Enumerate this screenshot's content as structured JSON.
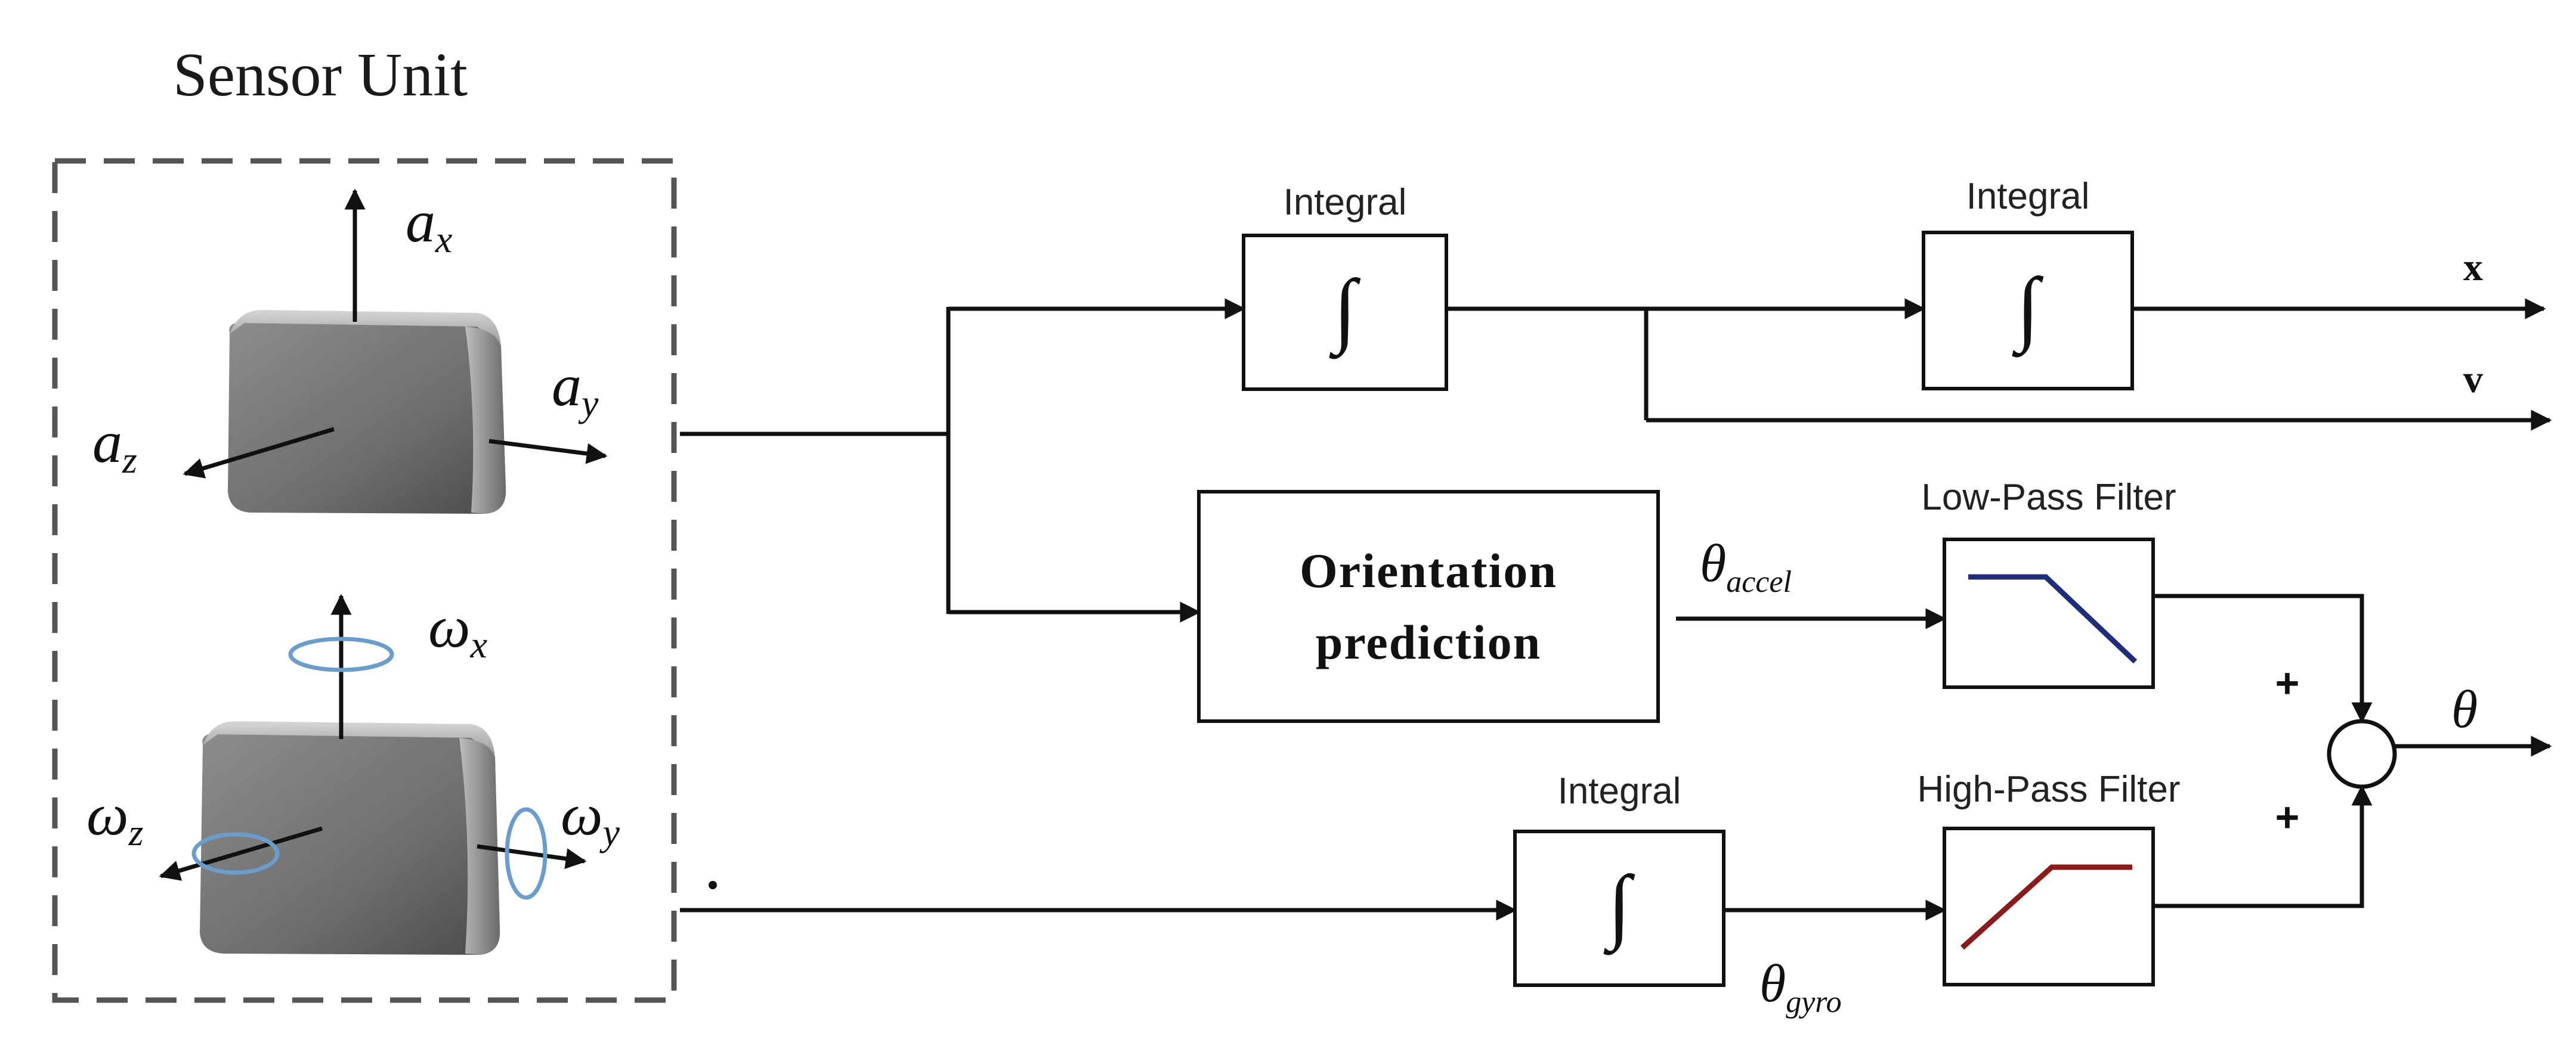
{
  "title": "Sensor Unit",
  "sensor_axes": {
    "accel": {
      "x_base": "a",
      "x_sub": "x",
      "y_base": "a",
      "y_sub": "y",
      "z_base": "a",
      "z_sub": "z"
    },
    "gyro": {
      "x_base": "ω",
      "x_sub": "x",
      "y_base": "ω",
      "y_sub": "y",
      "z_base": "ω",
      "z_sub": "z"
    }
  },
  "blocks": {
    "integral_1": {
      "label": "Integral",
      "symbol": "∫"
    },
    "integral_2": {
      "label": "Integral",
      "symbol": "∫"
    },
    "integral_3": {
      "label": "Integral",
      "symbol": "∫"
    },
    "orientation": {
      "line1": "Orientation",
      "line2": "prediction"
    },
    "low_pass": {
      "label": "Low-Pass Filter"
    },
    "high_pass": {
      "label": "High-Pass Filter"
    }
  },
  "signals": {
    "theta_accel_base": "θ",
    "theta_accel_sub": "accel",
    "theta_gyro_base": "θ",
    "theta_gyro_sub": "gyro",
    "out_x": "x",
    "out_v": "v",
    "out_theta": "θ",
    "sum_plus_top": "+",
    "sum_plus_bottom": "+"
  },
  "colors": {
    "low_pass_curve": "#1f2d7a",
    "high_pass_curve": "#8b1a1a",
    "gyro_rotation_arrow": "#6a9ccc"
  }
}
